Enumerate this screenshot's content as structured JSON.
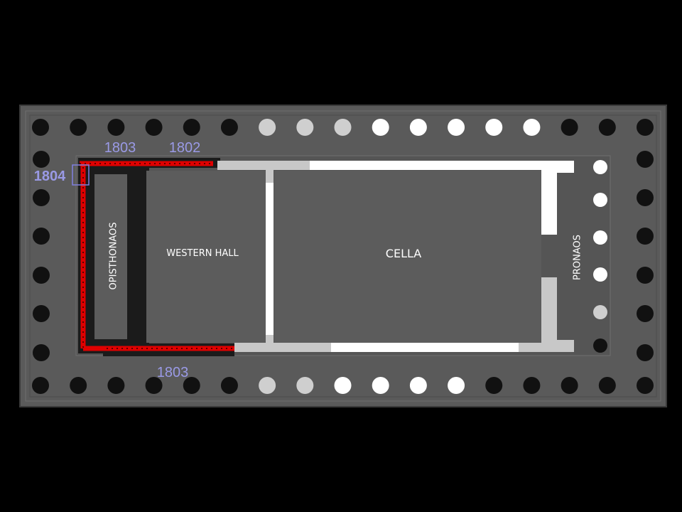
{
  "rooms": {
    "opisthonaos": "OPISTHONAOS",
    "western_hall": "WESTERN HALL",
    "cella": "CELLA",
    "pronaos": "PRONAOS"
  },
  "years": {
    "north_west": "1803",
    "north_mid": "1802",
    "south": "1803",
    "corner": "1804"
  },
  "colors": {
    "background": "#000000",
    "stylobate": "#5a5a5a",
    "column_dark": "#111111",
    "column_white": "#ffffff",
    "column_light_gray": "#cfcfcf",
    "wall_white": "#ffffff",
    "wall_gray": "#c8c8c8",
    "removed_highlight": "#e00000",
    "label_blue": "#9a9ae6"
  },
  "peristyle": {
    "north": [
      "dark",
      "dark",
      "dark",
      "dark",
      "dark",
      "dark",
      "gray",
      "gray",
      "gray",
      "white",
      "white",
      "white",
      "white",
      "white",
      "dark",
      "dark",
      "dark"
    ],
    "south": [
      "dark",
      "dark",
      "dark",
      "dark",
      "dark",
      "dark",
      "gray",
      "gray",
      "white",
      "white",
      "white",
      "white",
      "dark",
      "dark",
      "dark",
      "dark",
      "dark"
    ],
    "west": [
      "dark",
      "dark",
      "dark",
      "dark",
      "dark",
      "dark"
    ],
    "east": [
      "dark",
      "dark",
      "dark",
      "dark",
      "dark",
      "dark"
    ],
    "pronaos": [
      "white",
      "white",
      "white",
      "white",
      "gray",
      "dark"
    ]
  }
}
